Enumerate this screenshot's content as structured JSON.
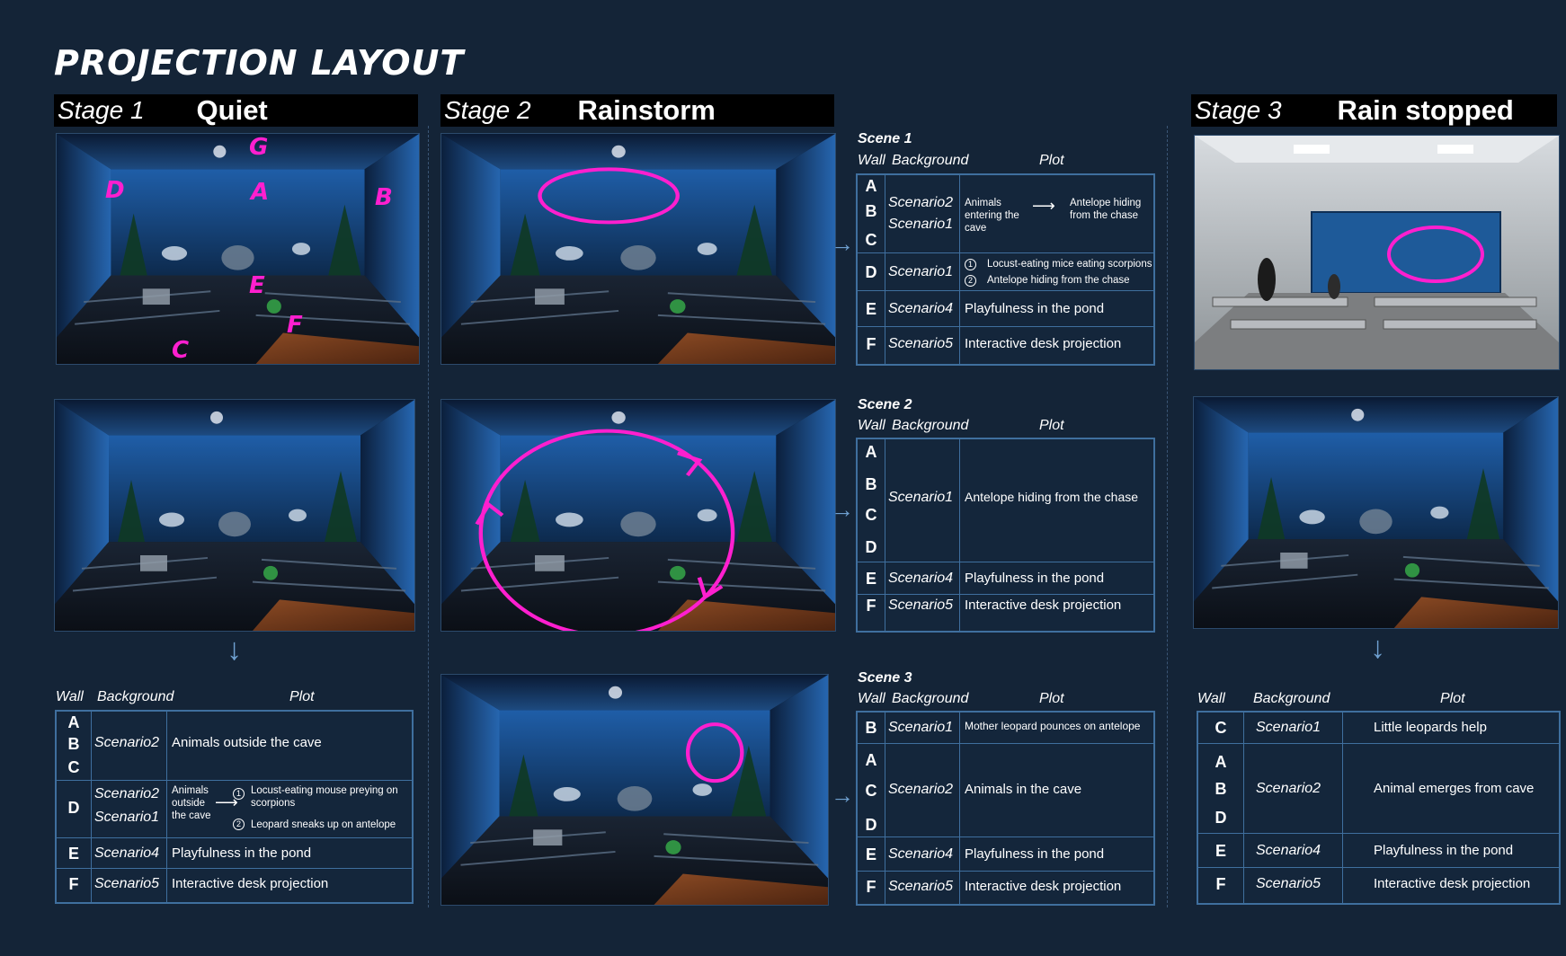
{
  "title": "PROJECTION LAYOUT",
  "stages": [
    {
      "label": "Stage 1",
      "name": "Quiet"
    },
    {
      "label": "Stage 2",
      "name": "Rainstorm"
    },
    {
      "label": "Stage 3",
      "name": "Rain stopped"
    }
  ],
  "wall_markers": [
    "G",
    "D",
    "A",
    "B",
    "E",
    "F",
    "C"
  ],
  "headers": {
    "wall": "Wall",
    "background": "Background",
    "plot": "Plot"
  },
  "scenes": [
    "Scene 1",
    "Scene 2",
    "Scene 3"
  ],
  "stage1_table": {
    "walls": [
      "A",
      "B",
      "C",
      "D",
      "E",
      "F"
    ],
    "r1_bg": "Scenario2",
    "r1_plot": "Animals outside the cave",
    "r2_bg1": "Scenario2",
    "r2_bg2": "Scenario1",
    "r2_left": "Animals outside the cave",
    "r2_item1": "Locust-eating mouse preying on scorpions",
    "r2_item2": "Leopard sneaks up on antelope",
    "r3_bg": "Scenario4",
    "r3_plot": "Playfulness in the pond",
    "r4_bg": "Scenario5",
    "r4_plot": "Interactive desk projection"
  },
  "scene1_table": {
    "walls": [
      "A",
      "B",
      "C",
      "D",
      "E",
      "F"
    ],
    "r1_bg1": "Scenario2",
    "r1_bg2": "Scenario1",
    "r1_left": "Animals entering the cave",
    "r1_right": "Antelope hiding from the chase",
    "r2_bg": "Scenario1",
    "r2_item1": "Locust-eating mice eating scorpions",
    "r2_item2": "Antelope hiding from the chase",
    "r3_bg": "Scenario4",
    "r3_plot": "Playfulness in the pond",
    "r4_bg": "Scenario5",
    "r4_plot": "Interactive desk projection"
  },
  "scene2_table": {
    "walls": [
      "A",
      "B",
      "C",
      "D",
      "E",
      "F"
    ],
    "r1_bg": "Scenario1",
    "r1_plot": "Antelope hiding from the chase",
    "r2_bg": "Scenario4",
    "r2_plot": "Playfulness in the pond",
    "r3_bg": "Scenario5",
    "r3_plot": "Interactive desk projection"
  },
  "scene3_table": {
    "walls": [
      "B",
      "A",
      "C",
      "D",
      "E",
      "F"
    ],
    "r1_bg": "Scenario1",
    "r1_plot": "Mother leopard pounces on antelope",
    "r2_bg": "Scenario2",
    "r2_plot": "Animals in the cave",
    "r3_bg": "Scenario4",
    "r3_plot": "Playfulness in the pond",
    "r4_bg": "Scenario5",
    "r4_plot": "Interactive desk projection"
  },
  "stage3_table": {
    "walls": [
      "C",
      "A",
      "B",
      "D",
      "E",
      "F"
    ],
    "r1_bg": "Scenario1",
    "r1_plot": "Little leopards help",
    "r2_bg": "Scenario2",
    "r2_plot": "Animal emerges from cave",
    "r3_bg": "Scenario4",
    "r3_plot": "Playfulness in the pond",
    "r4_bg": "Scenario5",
    "r4_plot": "Interactive desk projection"
  },
  "colors": {
    "background": "#142437",
    "accent": "#ff1fcf",
    "table_border": "#3f6f9e"
  }
}
